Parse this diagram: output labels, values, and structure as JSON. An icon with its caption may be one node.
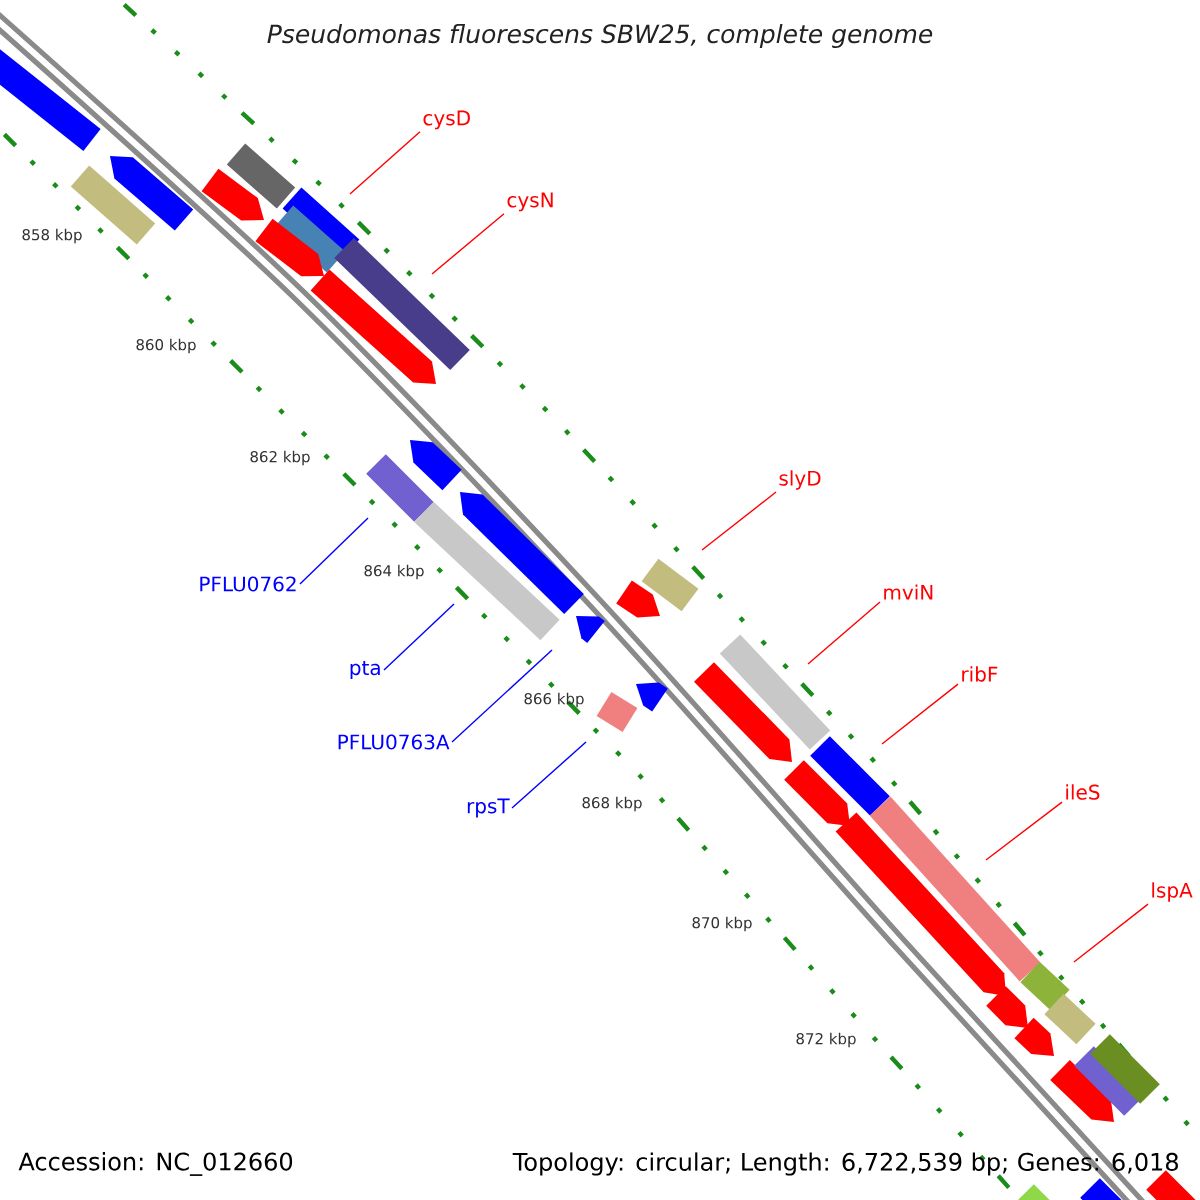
{
  "diagram": {
    "title": "Pseudomonas fluorescens SBW25, complete genome",
    "nodes": [
      {
        "text": [
          "cysD"
        ]
      },
      {
        "text": [
          "cysN"
        ]
      },
      {
        "text": [
          "slyD"
        ]
      },
      {
        "text": [
          "PFLU0762"
        ]
      },
      {
        "text": [
          "mviN"
        ]
      },
      {
        "text": [
          "pta"
        ]
      },
      {
        "text": [
          "ribF"
        ]
      },
      {
        "text": [
          "PFLU0763A"
        ]
      },
      {
        "text": [
          "ileS"
        ]
      },
      {
        "text": [
          "rpsT"
        ]
      },
      {
        "text": [
          "lspA"
        ]
      }
    ],
    "edges": [
      {
        "from": 0,
        "to": null,
        "arrow": "none"
      },
      {
        "from": 1,
        "to": null,
        "arrow": "none"
      },
      {
        "from": 2,
        "to": null,
        "arrow": "none"
      },
      {
        "from": 3,
        "to": null,
        "arrow": "none",
        "color": "#0000ff"
      },
      {
        "from": 4,
        "to": null,
        "arrow": "none"
      },
      {
        "from": 5,
        "to": null,
        "arrow": "none",
        "color": "#0000ff"
      },
      {
        "from": 6,
        "to": null,
        "arrow": "none"
      },
      {
        "from": 7,
        "to": null,
        "arrow": "none",
        "color": "#0000ff"
      },
      {
        "from": 8,
        "to": null,
        "arrow": "none"
      },
      {
        "from": 9,
        "to": null,
        "arrow": "none",
        "color": "#0000ff"
      },
      {
        "from": 10,
        "to": null,
        "arrow": "none"
      }
    ],
    "labels": [
      "858 kbp",
      "860 kbp",
      "862 kbp",
      "864 kbp",
      "866 kbp",
      "868 kbp",
      "870 kbp",
      "872 kbp",
      "Accession: NC_012660",
      "Topology: circular; Length: 6,722,539 bp; Genes: 6,018"
    ]
  }
}
